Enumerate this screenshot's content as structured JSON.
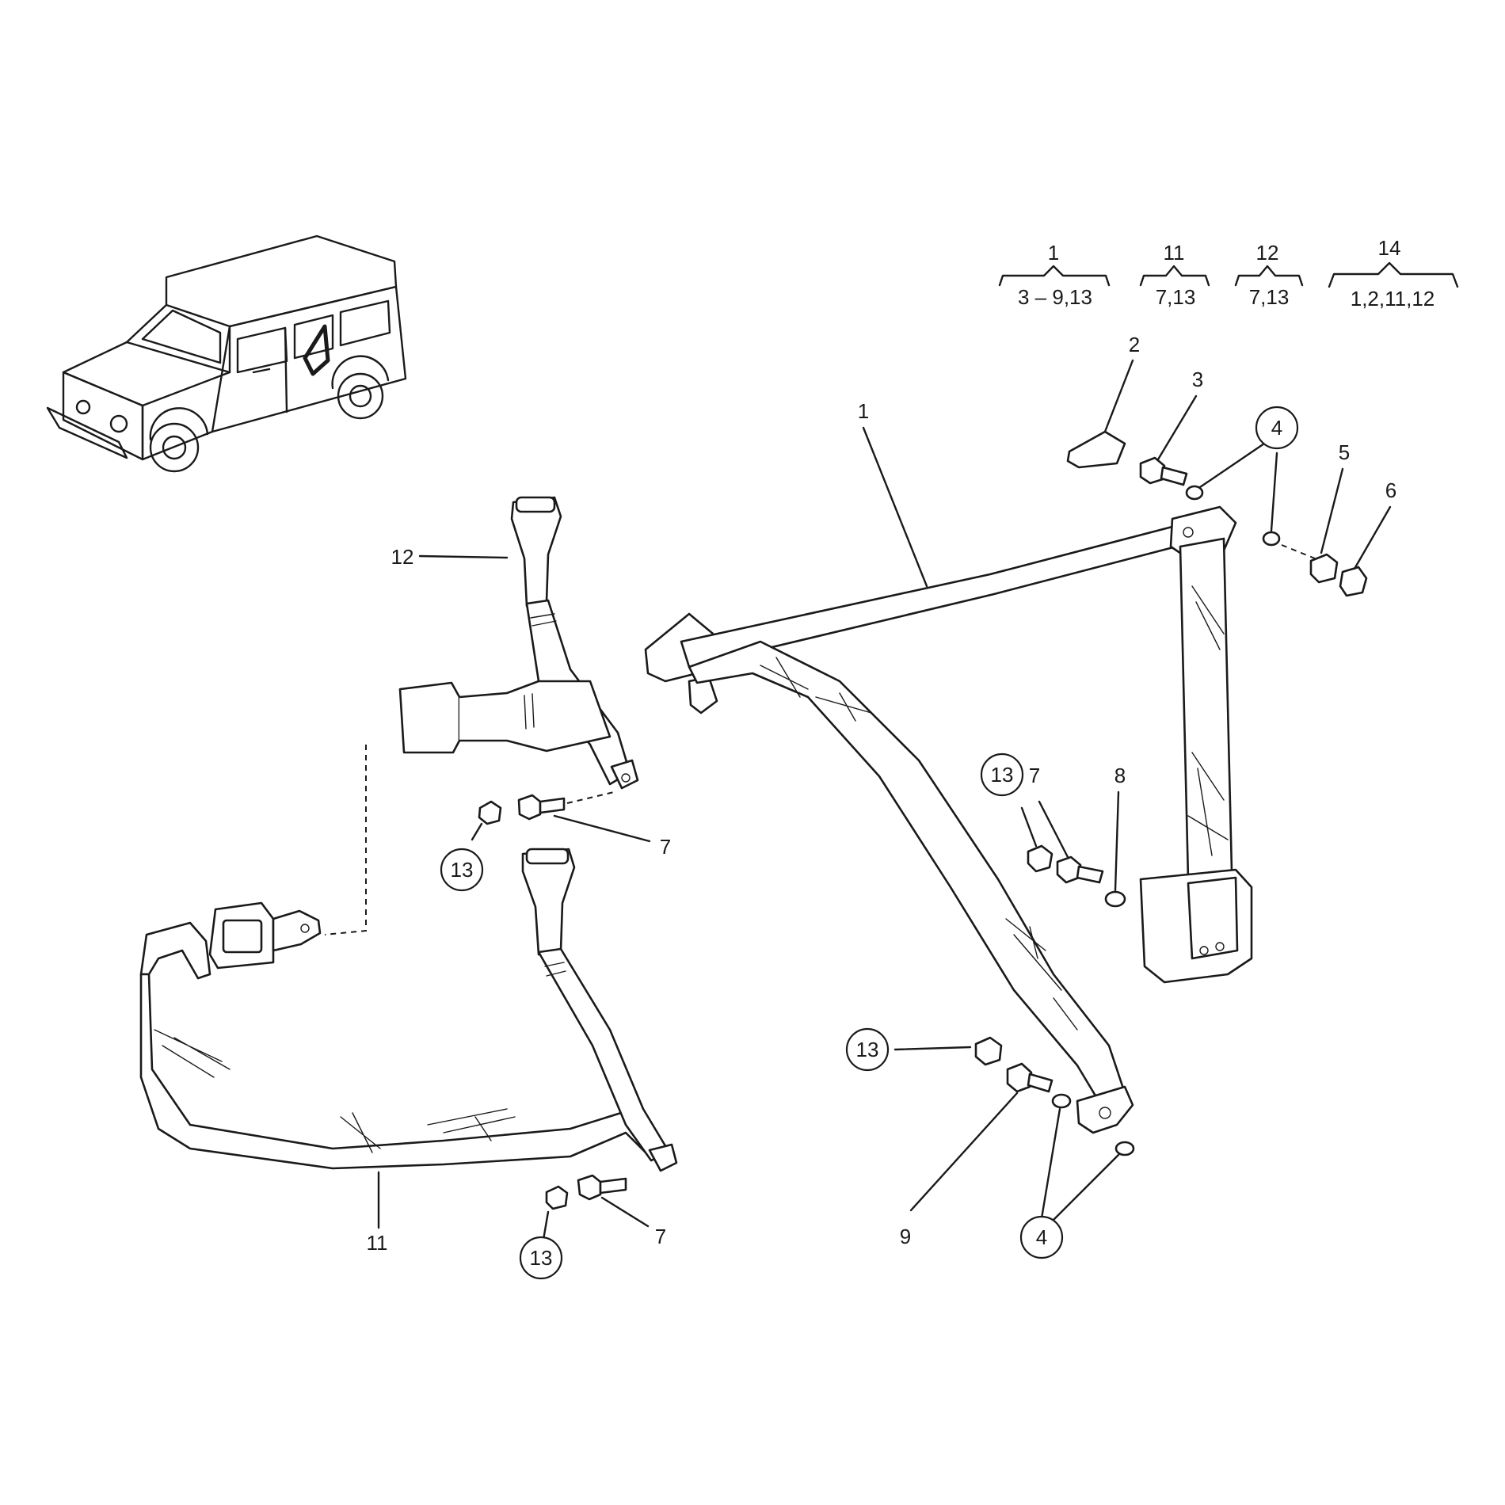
{
  "groups": [
    {
      "top": "1",
      "bottom": "3 – 9,13"
    },
    {
      "top": "11",
      "bottom": "7,13"
    },
    {
      "top": "12",
      "bottom": "7,13"
    },
    {
      "top": "14",
      "bottom": "1,2,11,12"
    }
  ],
  "callouts": {
    "c1": "1",
    "c2": "2",
    "c3": "3",
    "c4a": "4",
    "c4b": "4",
    "c5": "5",
    "c6": "6",
    "c7a": "7",
    "c7b": "7",
    "c7c": "7",
    "c8": "8",
    "c9": "9",
    "c11": "11",
    "c12": "12",
    "c13a": "13",
    "c13b": "13",
    "c13c": "13",
    "c13d": "13"
  }
}
